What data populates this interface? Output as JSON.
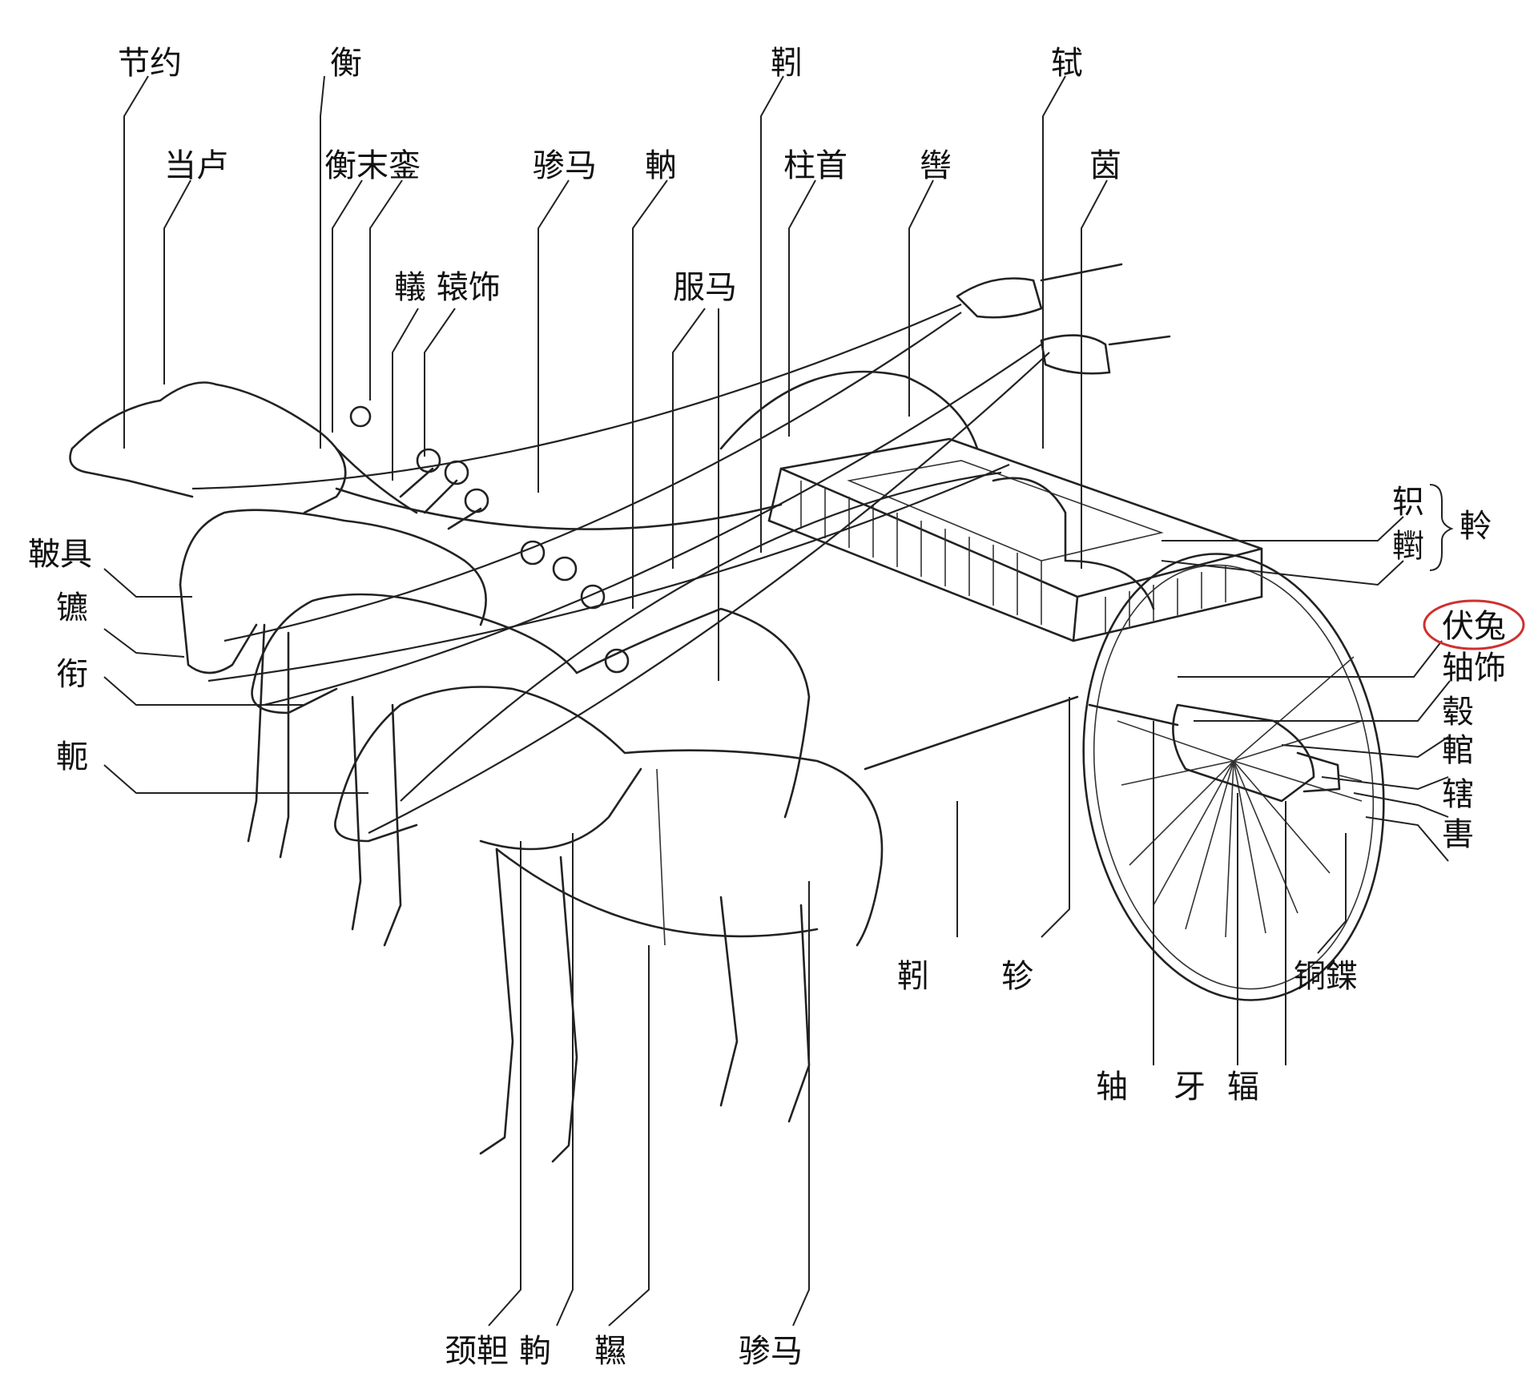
{
  "labels": {
    "jieyue": "节约",
    "heng": "衡",
    "yin_top": "靷",
    "shi": "轼",
    "danglu": "当卢",
    "hengmo_luan": "衡末銮",
    "canma_top": "骖马",
    "na": "軜",
    "zhushou": "柱首",
    "pei": "辔",
    "yin_seat": "茵",
    "yi_yuanshi": "轙 辕饰",
    "fuma": "服马",
    "zhi": "轵",
    "zhuo": "轛",
    "ling": "軨",
    "fushi_circled": "伏兔",
    "zhoushi": "轴饰",
    "gu": "毂",
    "guan": "輨",
    "xia": "辖",
    "wei": "軎",
    "anju": "鞁具",
    "biao": "镳",
    "xian": "衔",
    "e": "軛",
    "yin_bottom": "靷",
    "zhen": "轸",
    "tongdie": "铜鍱",
    "zhou": "轴",
    "ya": "牙",
    "fu": "辐",
    "jingpi": "颈靼",
    "qu": "軥",
    "xie": "韅",
    "canma_bottom": "骖马"
  },
  "highlight": {
    "color": "#d03030"
  }
}
